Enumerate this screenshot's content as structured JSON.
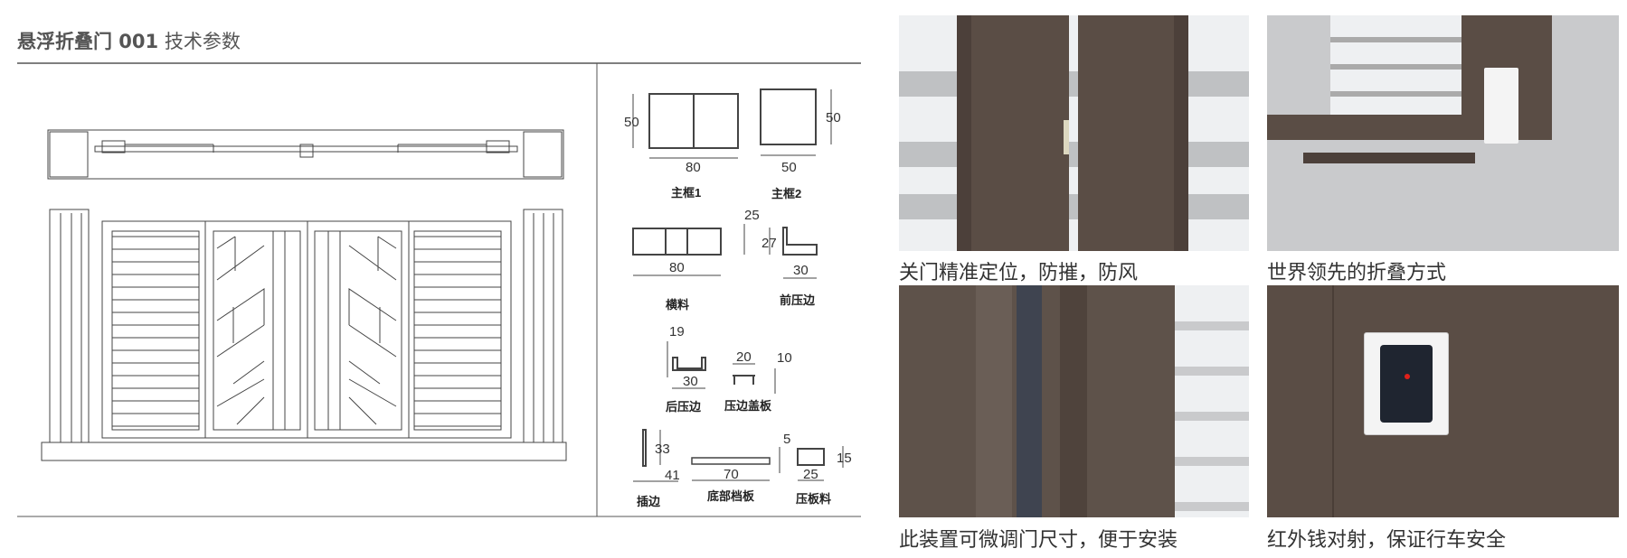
{
  "header": {
    "title_bold": "悬浮折叠门 001",
    "title_rest": "技术参数"
  },
  "profiles": [
    {
      "label": "主框1",
      "dims": [
        "50",
        "80"
      ]
    },
    {
      "label": "主框2",
      "dims": [
        "50",
        "50"
      ]
    },
    {
      "label": "横料",
      "dims": [
        "25",
        "80"
      ]
    },
    {
      "label": "前压边",
      "dims": [
        "27",
        "30"
      ]
    },
    {
      "label": "后压边",
      "dims": [
        "19",
        "30"
      ]
    },
    {
      "label": "压边盖板",
      "dims": [
        "20",
        "10"
      ]
    },
    {
      "label": "插边",
      "dims": [
        "33",
        "41"
      ]
    },
    {
      "label": "底部档板",
      "dims": [
        "70",
        "5"
      ]
    },
    {
      "label": "压板料",
      "dims": [
        "15",
        "25"
      ]
    }
  ],
  "photos": [
    {
      "caption": "关门精准定位，防摧，防风"
    },
    {
      "caption": "世界领先的折叠方式"
    },
    {
      "caption": "此装置可微调门尺寸，便于安装"
    },
    {
      "caption": "红外钱对射，保证行车安全"
    }
  ],
  "colors": {
    "frame_brown": "#5a4d45",
    "panel_white": "#eef0f2",
    "background_grey": "#c9cacc",
    "led_red": "#e0201a"
  }
}
